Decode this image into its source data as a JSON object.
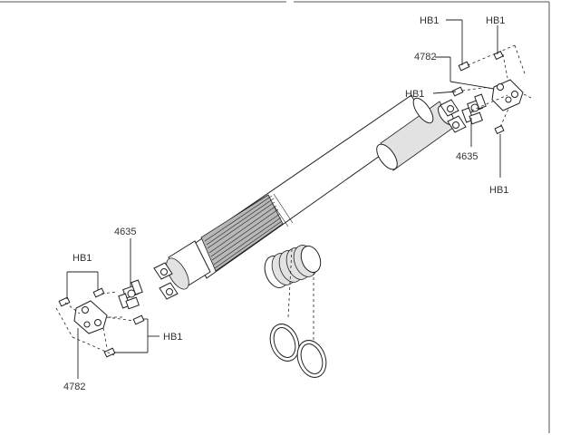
{
  "callouts": {
    "hb1_top_left": "HB1",
    "hb1_top_right": "HB1",
    "p4782_top": "4782",
    "hb1_upper_mid": "HB1",
    "p4635_right": "4635",
    "hb1_right_lower": "HB1",
    "p4635_left": "4635",
    "hb1_left_top": "HB1",
    "hb1_left_lower": "HB1",
    "p4782_bottom": "4782"
  }
}
